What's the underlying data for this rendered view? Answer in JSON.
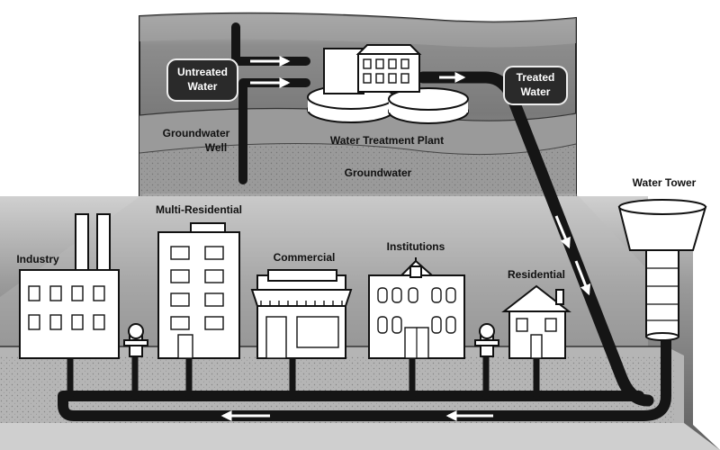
{
  "labels": {
    "untreated_water": [
      "Untreated",
      "Water"
    ],
    "treated_water": [
      "Treated",
      "Water"
    ],
    "groundwater_well": [
      "Groundwater",
      "Well"
    ],
    "water_treatment_plant": "Water Treatment Plant",
    "groundwater": "Groundwater",
    "water_tower": "Water Tower",
    "multi_residential": "Multi-Residential",
    "industry": "Industry",
    "commercial": "Commercial",
    "institutions": "Institutions",
    "residential": "Residential"
  },
  "colors": {
    "background": "#ffffff",
    "ground_fill": "#8a8a8a",
    "ground_dark": "#5a5a5a",
    "pipe": "#151515",
    "building": "#ffffff",
    "outline": "#111111"
  }
}
